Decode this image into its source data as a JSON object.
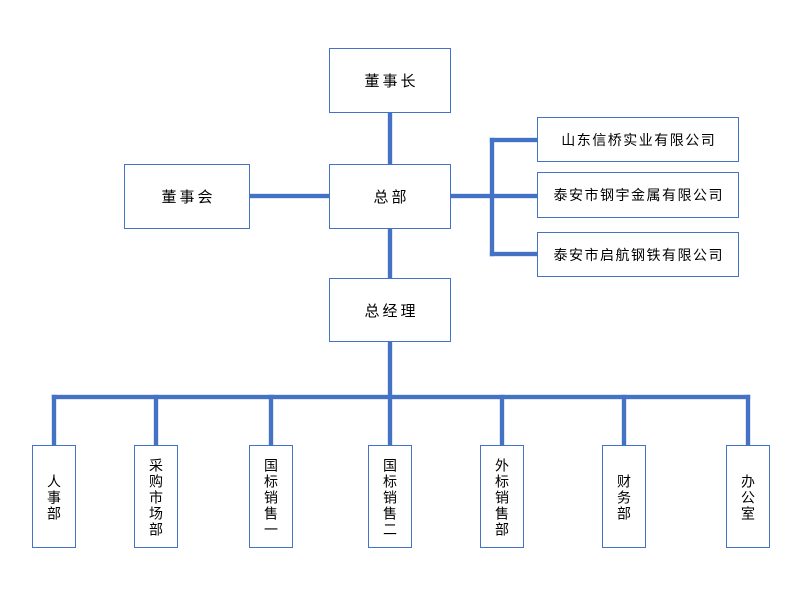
{
  "colors": {
    "line": "#4472C4",
    "box_border": "#4472C4",
    "box_fill": "#FFFFFF",
    "text": "#000000",
    "background": "#FFFFFF"
  },
  "org_chart": {
    "chairman": {
      "label": "董事长"
    },
    "board": {
      "label": "董事会"
    },
    "headquarters": {
      "label": "总部"
    },
    "general_manager": {
      "label": "总经理"
    },
    "subsidiaries": [
      {
        "label": "山东信桥实业有限公司"
      },
      {
        "label": "泰安市钢宇金属有限公司"
      },
      {
        "label": "泰安市启航钢铁有限公司"
      }
    ],
    "departments": [
      {
        "label": "人事部"
      },
      {
        "label": "采购市场部"
      },
      {
        "label": "国标销售一"
      },
      {
        "label": "国标销售二"
      },
      {
        "label": "外标销售部"
      },
      {
        "label": "财务部"
      },
      {
        "label": "办公室"
      }
    ]
  }
}
